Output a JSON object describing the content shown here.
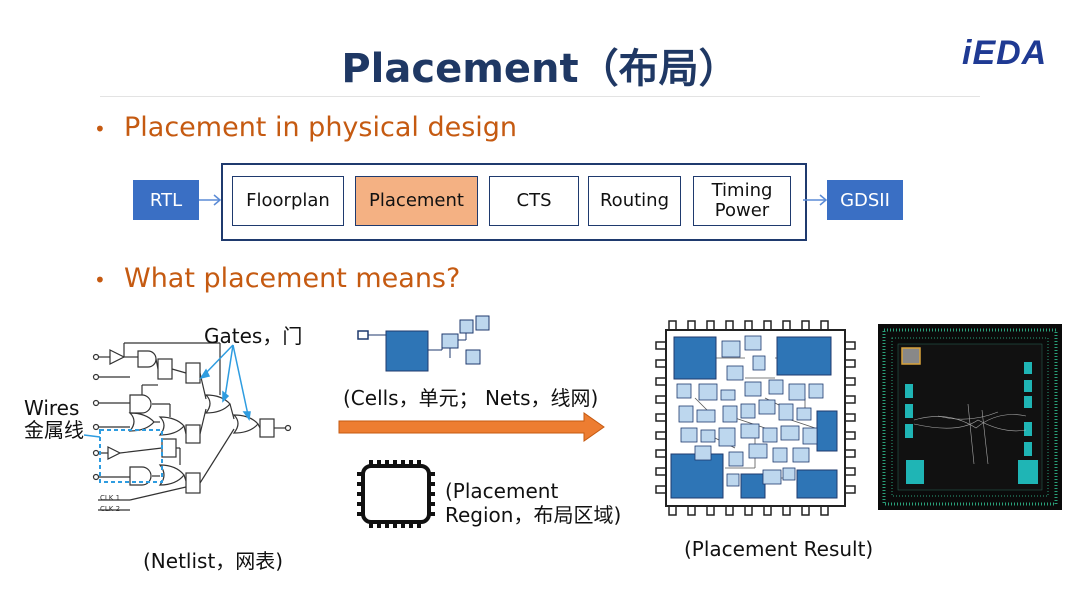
{
  "header": {
    "title": "Placement（布局）",
    "logo": "iEDA"
  },
  "bullets": [
    {
      "text": "Placement in physical design"
    },
    {
      "text": "What placement means?"
    }
  ],
  "flow": {
    "input": "RTL",
    "steps": [
      "Floorplan",
      "Placement",
      "CTS",
      "Routing"
    ],
    "last_step": [
      "Timing",
      "Power"
    ],
    "highlighted": "Placement",
    "output": "GDSII",
    "colors": {
      "side_box": "#3a6fc4",
      "highlight": "#f4b183",
      "border": "#1f3a6e"
    }
  },
  "netlist": {
    "gates_label": "Gates，门",
    "wires_label": [
      "Wires",
      "金属线"
    ],
    "clk_labels": [
      "CLK 1",
      "CLK 2"
    ],
    "caption": "(Netlist，网表)"
  },
  "concepts": {
    "cells_nets": "(Cells，单元； Nets，线网)",
    "region": [
      "(Placement",
      "Region，布局区域)"
    ]
  },
  "result": {
    "caption": "(Placement Result)"
  },
  "colors": {
    "title": "#1f3864",
    "bullet": "#c55a11",
    "arrow": "#ed7d31",
    "cell_dark": "#2e75b6",
    "cell_light": "#bdd7ee"
  }
}
